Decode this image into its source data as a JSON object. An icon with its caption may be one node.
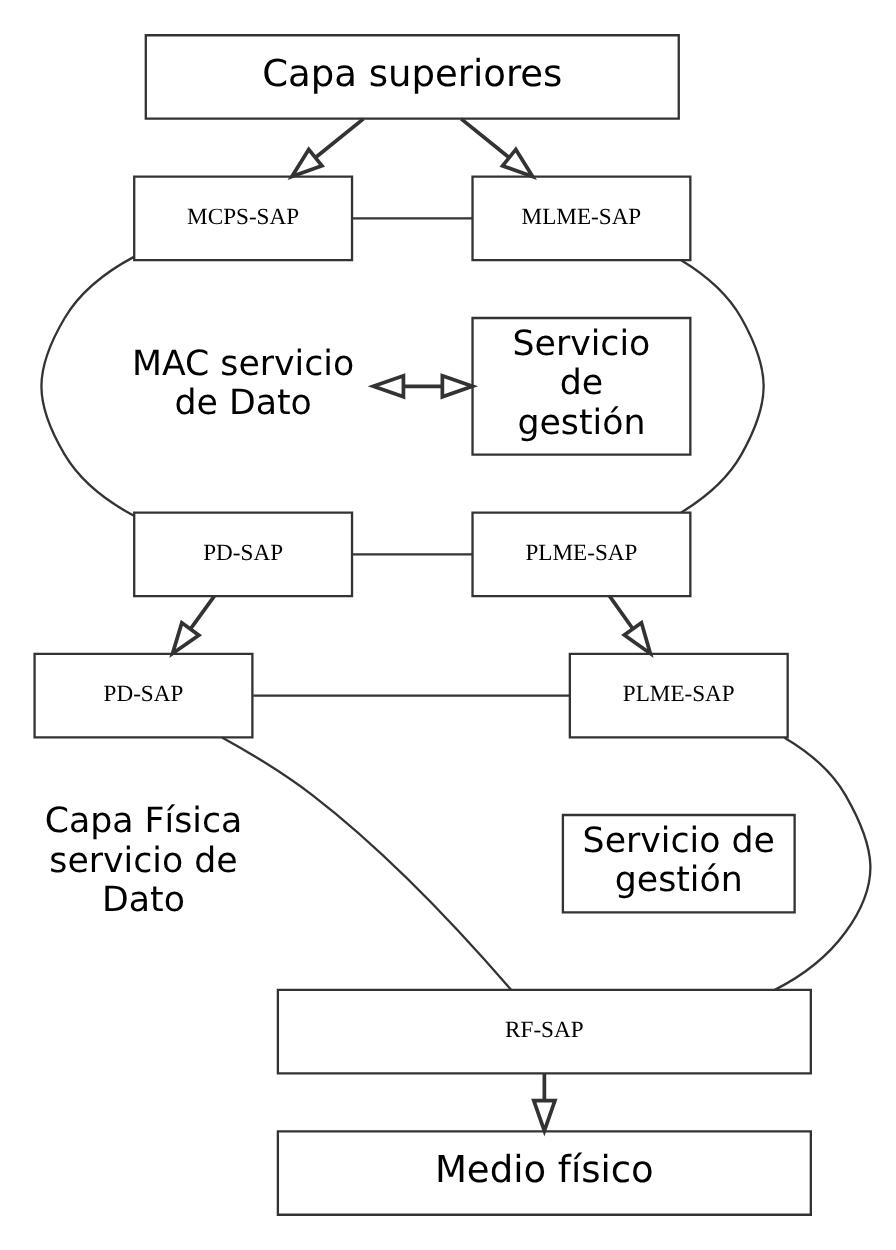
{
  "diagram": {
    "nodes": [
      {
        "text": [
          "Capa superiores"
        ]
      },
      {
        "text": [
          "MCPS-SAP"
        ]
      },
      {
        "text": [
          "MLME-SAP"
        ]
      },
      {
        "text": [
          "MAC servicio de Dato"
        ]
      },
      {
        "text": [
          "Servicio de gestión"
        ]
      },
      {
        "text": [
          "PD-SAP"
        ]
      },
      {
        "text": [
          "PLME-SAP"
        ]
      },
      {
        "text": [
          "PD-SAP"
        ]
      },
      {
        "text": [
          "PLME-SAP"
        ]
      },
      {
        "text": [
          "Capa Física servicio de Dato"
        ]
      },
      {
        "text": [
          "Servicio de gestión"
        ]
      },
      {
        "text": [
          "RF-SAP"
        ]
      },
      {
        "text": [
          "Medio físico"
        ]
      }
    ],
    "edges": [
      {
        "from": 0,
        "to": 1,
        "arrow": "to"
      },
      {
        "from": 0,
        "to": 2,
        "arrow": "to"
      },
      {
        "from": 1,
        "to": 2,
        "arrow": "none"
      },
      {
        "from": 1,
        "to": 5,
        "arrow": "none"
      },
      {
        "from": 2,
        "to": 6,
        "arrow": "none"
      },
      {
        "from": 3,
        "to": 4,
        "arrow": "both"
      },
      {
        "from": 5,
        "to": 6,
        "arrow": "none"
      },
      {
        "from": 5,
        "to": 7,
        "arrow": "to"
      },
      {
        "from": 6,
        "to": 8,
        "arrow": "to"
      },
      {
        "from": 7,
        "to": 8,
        "arrow": "none"
      },
      {
        "from": 7,
        "to": 11,
        "arrow": "none"
      },
      {
        "from": 8,
        "to": 11,
        "arrow": "none"
      },
      {
        "from": 11,
        "to": 12,
        "arrow": "to"
      }
    ]
  }
}
